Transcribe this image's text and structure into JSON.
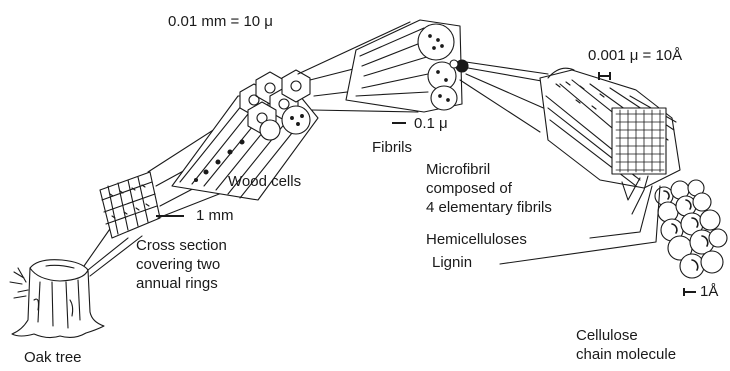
{
  "labels": {
    "scale_top": "0.01 mm = 10 μ",
    "scale_top_right": "0.001 μ = 10Å",
    "scale_01": "0.1 μ",
    "fibrils": "Fibrils",
    "wood_cells": "Wood cells",
    "scale_1mm": "1 mm",
    "cross_section": [
      "Cross section",
      "covering two",
      "annual rings"
    ],
    "microfibril": [
      "Microfibril",
      "composed of",
      "4 elementary fibrils"
    ],
    "hemicelluloses": "Hemicelluloses",
    "lignin": "Lignin",
    "scale_1a": "1Å",
    "oak_tree": "Oak tree",
    "cellulose": [
      "Cellulose",
      "chain molecule"
    ]
  },
  "icons": {
    "tree_stump": "oak-tree-stump-icon",
    "cross_section": "cross-section-block-icon",
    "wood_cells": "wood-cells-bundle-icon",
    "fibrils": "fibrils-bundle-icon",
    "microfibril": "microfibril-bundle-icon",
    "cellulose": "cellulose-chain-molecule-icon"
  }
}
